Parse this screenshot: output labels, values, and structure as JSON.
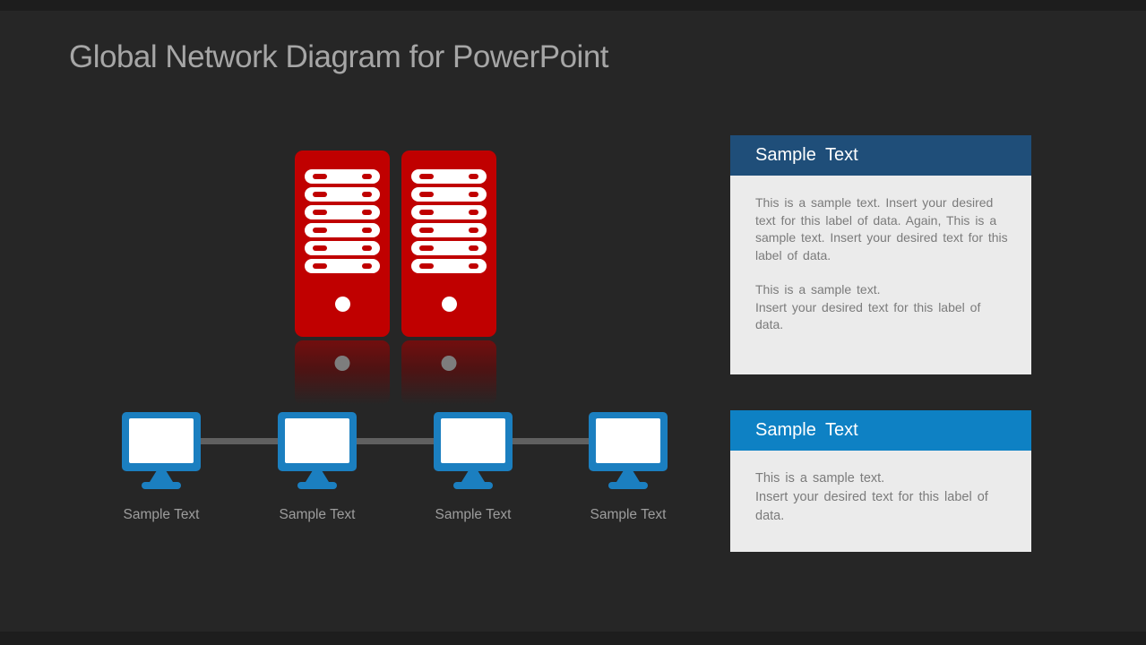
{
  "slide": {
    "title": "Global Network Diagram for PowerPoint"
  },
  "network": {
    "workstation_labels": [
      "Sample Text",
      "Sample Text",
      "Sample Text",
      "Sample Text"
    ]
  },
  "callouts": [
    {
      "title": "Sample Text",
      "header_color": "#1F4E79",
      "body_paragraphs": [
        "This is a sample text. Insert your desired text for this label of data. Again, This is a sample text. Insert your desired text for this label of data.",
        "This is a sample text.\nInsert your desired text for this label of data."
      ]
    },
    {
      "title": "Sample Text",
      "header_color": "#0E81C4",
      "body_paragraphs": [
        "This is a sample text.\nInsert your desired text for this label of data."
      ]
    }
  ],
  "colors": {
    "background": "#262626",
    "title_gray": "#A6A6A6",
    "server_red": "#C00000",
    "monitor_blue": "#1B7FC0",
    "connector_gray": "#606060",
    "callout_body_bg": "#EBEBEB",
    "callout_body_text": "#7B7B7B",
    "label_gray": "#9D9D9D"
  }
}
